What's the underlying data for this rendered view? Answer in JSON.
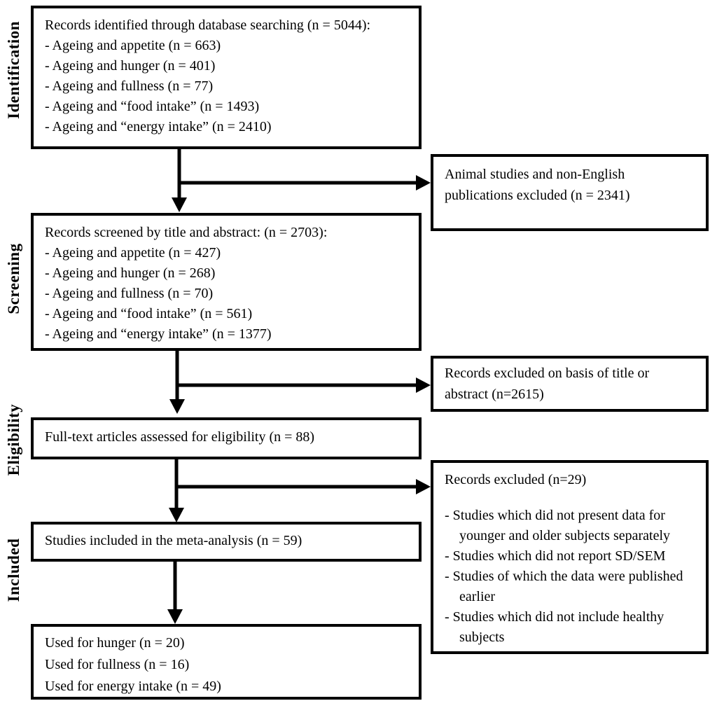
{
  "stages": [
    {
      "label": "Identification"
    },
    {
      "label": "Screening"
    },
    {
      "label": "Eligibility"
    },
    {
      "label": "Included"
    }
  ],
  "flow": {
    "records_identified": {
      "title": "Records identified through database searching (n = 5044):",
      "items": [
        "- Ageing and appetite (n = 663)",
        "- Ageing and hunger (n = 401)",
        "- Ageing and fullness (n = 77)",
        "- Ageing and “food intake” (n = 1493)",
        "- Ageing and “energy intake” (n = 2410)"
      ]
    },
    "animal_excluded": {
      "text": "Animal studies and non-English publications excluded (n = 2341)"
    },
    "records_screened": {
      "title": "Records screened by title and abstract: (n = 2703):",
      "items": [
        "- Ageing and appetite (n = 427)",
        "- Ageing and hunger (n = 268)",
        "- Ageing and fullness (n = 70)",
        "- Ageing and “food intake” (n = 561)",
        "- Ageing and “energy intake” (n = 1377)"
      ]
    },
    "title_abstract_excluded": {
      "text": "Records excluded on basis of title or abstract (n=2615)"
    },
    "fulltext_assessed": {
      "title": "Full-text articles assessed for eligibility (n = 88)"
    },
    "fulltext_excluded": {
      "title": "Records excluded (n=29)",
      "items": [
        "- Studies which did not present data for younger and older subjects separately",
        "- Studies which did not report SD/SEM",
        "- Studies of which the data were published earlier",
        "- Studies which did not include healthy subjects"
      ]
    },
    "included_meta": {
      "title": "Studies included in the meta-analysis (n = 59)"
    },
    "used_for": {
      "items": [
        "Used for hunger (n = 20)",
        "Used for fullness (n = 16)",
        "Used for energy intake (n = 49)"
      ]
    }
  },
  "colors": {
    "border": "#000000",
    "text": "#000000",
    "background": "#ffffff"
  }
}
